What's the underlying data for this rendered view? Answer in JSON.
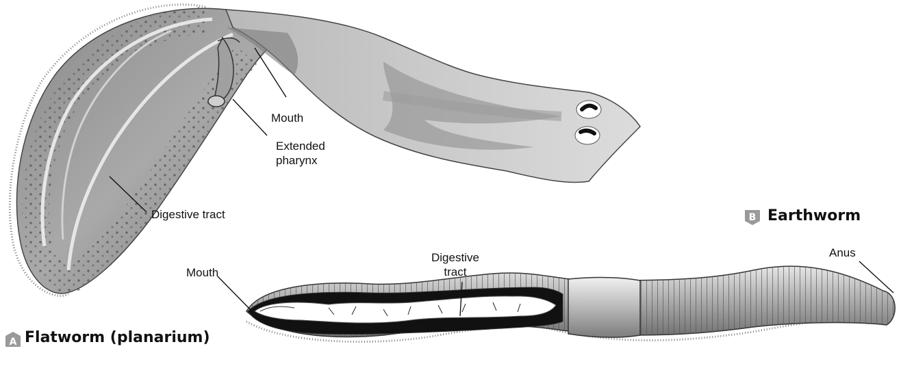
{
  "panels": {
    "a": {
      "letter": "A",
      "title": "Flatworm (planarium)"
    },
    "b": {
      "letter": "B",
      "title": "Earthworm"
    }
  },
  "labels": {
    "flat_mouth": "Mouth",
    "flat_pharynx": [
      "Extended",
      "pharynx"
    ],
    "flat_digestive": "Digestive tract",
    "earth_mouth": "Mouth",
    "earth_digestive": [
      "Digestive",
      "tract"
    ],
    "earth_anus": "Anus"
  },
  "colors": {
    "badge_fill": "#9a9a9a",
    "badge_text": "#ffffff",
    "body_light": "#e2e2e2",
    "body_mid": "#b5b5b5",
    "body_dark": "#6e6e6e",
    "gut_dark": "#111111"
  }
}
